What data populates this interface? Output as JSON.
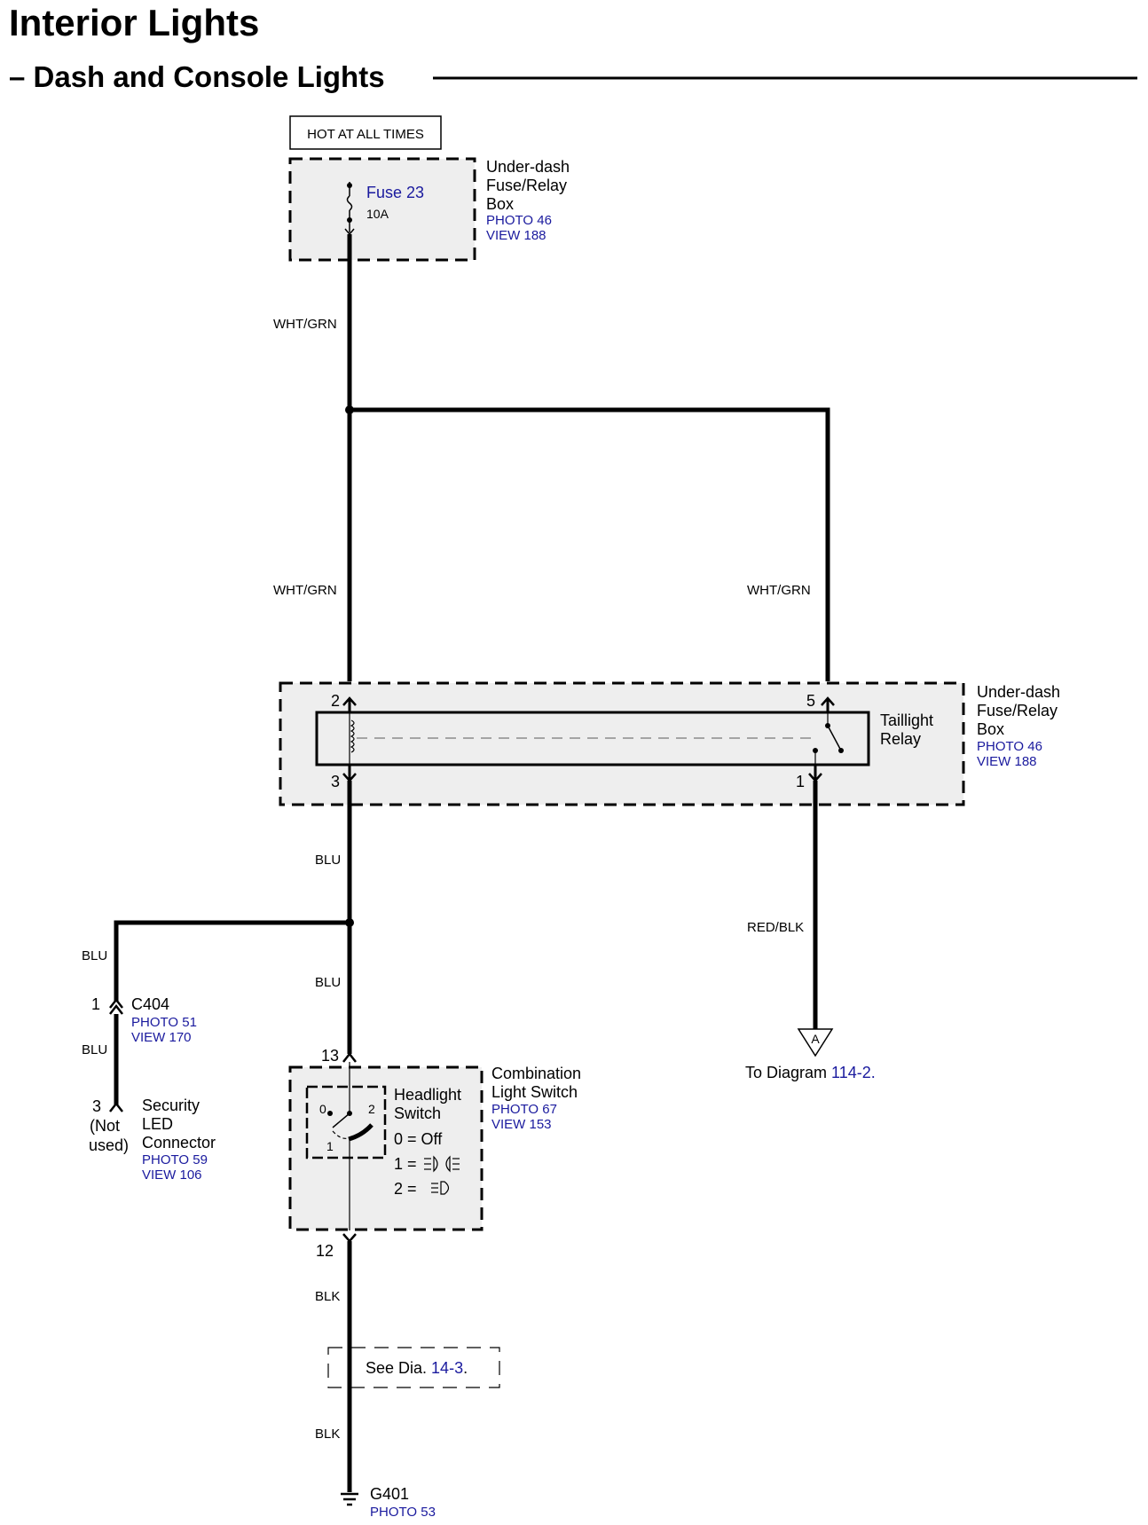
{
  "title": "Interior Lights",
  "subtitle": "– Dash and Console Lights",
  "hot_label": "HOT AT ALL TIMES",
  "fuse": {
    "name": "Fuse 23",
    "rating": "10A"
  },
  "fuse_box": {
    "line1": "Under-dash",
    "line2": "Fuse/Relay",
    "line3": "Box",
    "photo": "PHOTO 46",
    "view": "VIEW 188"
  },
  "relay_box": {
    "line1": "Under-dash",
    "line2": "Fuse/Relay",
    "line3": "Box",
    "photo": "PHOTO 46",
    "view": "VIEW 188"
  },
  "relay": {
    "line1": "Taillight",
    "line2": "Relay",
    "pin_tl": "2",
    "pin_tr": "5",
    "pin_bl": "3",
    "pin_br": "1"
  },
  "wires": {
    "w1": "WHT/GRN",
    "w2": "WHT/GRN",
    "w3": "WHT/GRN",
    "blu1": "BLU",
    "blu2": "BLU",
    "blu3": "BLU",
    "blu4": "BLU",
    "redblk": "RED/BLK",
    "blk1": "BLK",
    "blk2": "BLK"
  },
  "c404": {
    "pin": "1",
    "name": "C404",
    "photo": "PHOTO 51",
    "view": "VIEW 170"
  },
  "security": {
    "pin": "3",
    "note1": "(Not",
    "note2": "used)",
    "line1": "Security",
    "line2": "LED",
    "line3": "Connector",
    "photo": "PHOTO 59",
    "view": "VIEW 106"
  },
  "combo": {
    "pin_top": "13",
    "pin_bottom": "12",
    "line1": "Combination",
    "line2": "Light Switch",
    "photo": "PHOTO 67",
    "view": "VIEW 153",
    "hs1": "Headlight",
    "hs2": "Switch",
    "pos0": "0",
    "pos1": "1",
    "pos2": "2",
    "leg0": "0 =  Off",
    "leg1": "1 =",
    "leg2": "2 ="
  },
  "to_diagram": {
    "marker": "A",
    "prefix": "To  Diagram ",
    "ref": "114-2",
    "suffix": "."
  },
  "see_dia": {
    "prefix": "See  Dia. ",
    "ref": "14-3",
    "suffix": "."
  },
  "ground": {
    "name": "G401",
    "photo": "PHOTO 53"
  },
  "colors": {
    "ref_blue": "#1a1a9e",
    "box_fill": "#eeeeee"
  }
}
